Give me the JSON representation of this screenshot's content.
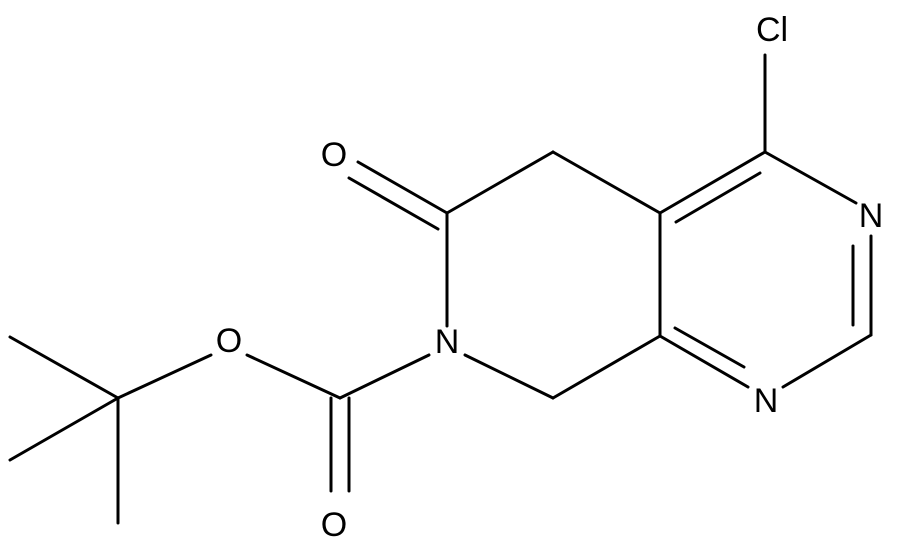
{
  "molecule": {
    "atoms": {
      "cl": "Cl",
      "n_ring_upper": "N",
      "n_ring_lower": "N",
      "o_ketone": "O",
      "n_amide": "N",
      "o_ester": "O",
      "o_carbonyl": "O"
    },
    "colors": {
      "bond": "#000000",
      "label": "#000000",
      "background": "#ffffff"
    }
  }
}
